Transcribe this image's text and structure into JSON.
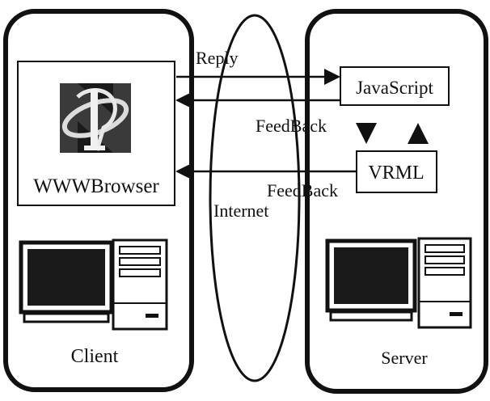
{
  "client": {
    "browser_label": "WWWBrowser",
    "caption": "Client",
    "logo_icon": "netscape-n-logo",
    "computer_icon": "desktop-computer-icon"
  },
  "server": {
    "caption": "Server",
    "javascript_label": "JavaScript",
    "vrml_label": "VRML",
    "computer_icon": "desktop-computer-icon"
  },
  "network": {
    "internet_label": "Internet",
    "reply_label": "Reply",
    "feedback_upper_label": "FeedBack",
    "feedback_lower_label": "FeedBack"
  },
  "colors": {
    "ink": "#111111",
    "screen": "#1a1a1a",
    "paper": "#ffffff"
  }
}
